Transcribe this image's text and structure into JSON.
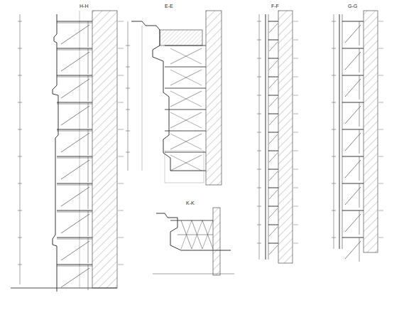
{
  "diagram": {
    "labels": [
      "H-H",
      "E-E",
      "F-F",
      "G-G",
      "K-K"
    ]
  }
}
